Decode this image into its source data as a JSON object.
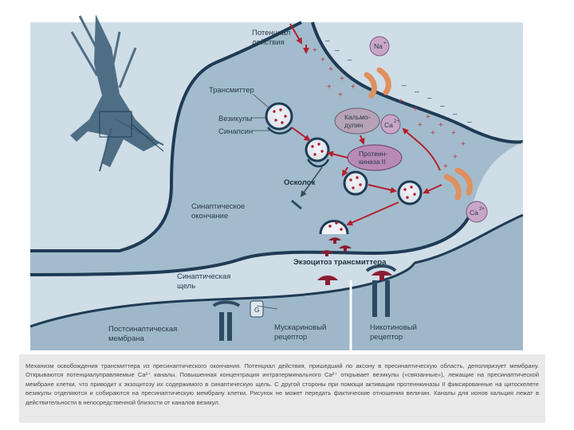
{
  "diagram": {
    "labels": {
      "action_potential": [
        "Потенциал",
        "действия"
      ],
      "transmitter": "Трансмиттер",
      "vesicle": "Везикулы",
      "synapsin": "Синапсин",
      "calmodulin": [
        "Кальмо-",
        "дулин"
      ],
      "ca_ion": "Ca",
      "ca_charge": "2+",
      "na_ion": "Na",
      "na_charge": "+",
      "protein_kinase": [
        "Протеин-",
        "киназа II"
      ],
      "fragment": "Осколок",
      "synaptic_terminal": [
        "Синаптическое",
        "окончание"
      ],
      "exocytosis": "Экзоцитоз трансмиттера",
      "synaptic_cleft": [
        "Синаптическая",
        "щель"
      ],
      "postsynaptic_membrane": [
        "Постсинаптическая",
        "мембрана"
      ],
      "muscarinic_receptor": [
        "Мускариновый",
        "рецептор"
      ],
      "muscarinic_g": "G",
      "nicotinic_receptor": [
        "Никотиновый",
        "рецептор"
      ]
    },
    "colors": {
      "background": "#cfdde7",
      "cell_fill": "#9bb6c8",
      "cell_dark": "#3f5f78",
      "membrane": "#1f3b55",
      "arrow": "#b3202e",
      "plus": "#c0303a",
      "kinase": "#b88ab5",
      "calmodulin": "#b6a4b6",
      "channel": "#e09060",
      "neurotransmitter": "#8b1d33"
    }
  },
  "caption": {
    "lines": [
      "Механизм освобождения трансмиттера из пресинаптического окончания. Потенциал действия, пришедший по аксону в пресинаптическую область, деполяризует мембрану. Открываются потенциалуправляемые Ca²⁺ каналы. Повышенная концентрация интратерминального Ca²⁺ открывает везикулы («связанные»), лежащие на пресинаптической мембране клетки, что приводит к экзоцитозу их содержимого в синаптическую щель. С другой стороны при помощи активации протеинкиназы II фиксированные на цитоскелете везикулы отделяются и собираются на пресинаптическую мембрану клетки. Рисунок не может передать фактические отношения величин. Каналы для ионов кальция лежат в действительности в непосредственной близости от каналов везикул."
    ]
  }
}
